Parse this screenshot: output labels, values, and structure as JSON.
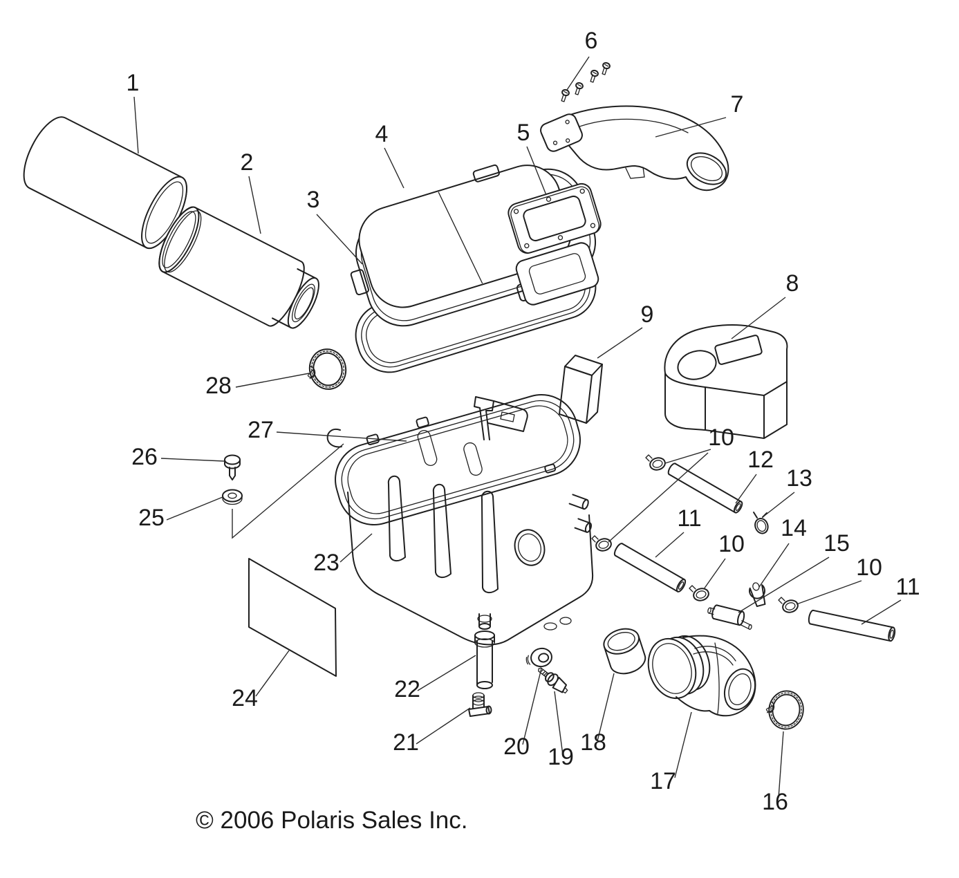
{
  "diagram": {
    "copyright": "© 2006 Polaris Sales Inc.",
    "background_color": "#ffffff",
    "line_color": "#1f1f1f",
    "callouts": [
      {
        "label": "1"
      },
      {
        "label": "2"
      },
      {
        "label": "3"
      },
      {
        "label": "4"
      },
      {
        "label": "5"
      },
      {
        "label": "6"
      },
      {
        "label": "7"
      },
      {
        "label": "8"
      },
      {
        "label": "9"
      },
      {
        "label": "10"
      },
      {
        "label": "12"
      },
      {
        "label": "13"
      },
      {
        "label": "11"
      },
      {
        "label": "10"
      },
      {
        "label": "14"
      },
      {
        "label": "15"
      },
      {
        "label": "10"
      },
      {
        "label": "11"
      },
      {
        "label": "28"
      },
      {
        "label": "27"
      },
      {
        "label": "26"
      },
      {
        "label": "25"
      },
      {
        "label": "23"
      },
      {
        "label": "24"
      },
      {
        "label": "22"
      },
      {
        "label": "21"
      },
      {
        "label": "20"
      },
      {
        "label": "19"
      },
      {
        "label": "18"
      },
      {
        "label": "17"
      },
      {
        "label": "16"
      }
    ]
  }
}
